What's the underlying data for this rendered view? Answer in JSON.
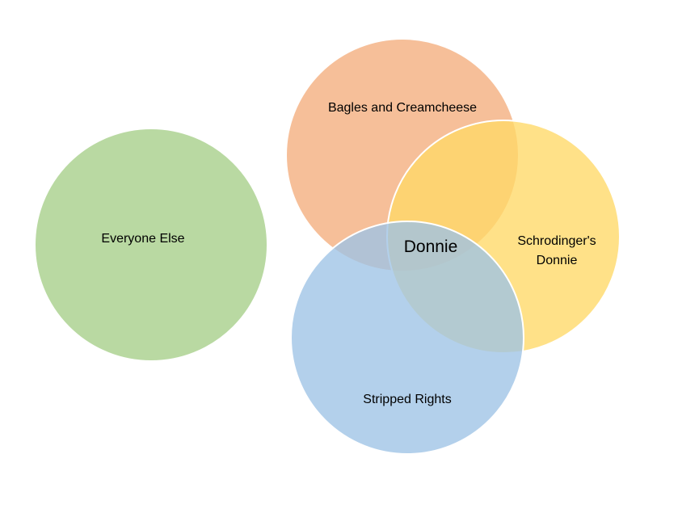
{
  "diagram": {
    "sets": {
      "everyone_else": {
        "label": "Everyone Else",
        "color": "#a9d18e"
      },
      "bagels": {
        "label": "Bagles and Creamcheese",
        "color": "#f4b183"
      },
      "schrodinger": {
        "label_line1": "Schrodinger's",
        "label_line2": "Donnie",
        "color": "#ffd966"
      },
      "rights": {
        "label": "Stripped Rights",
        "color": "#9dc3e6"
      }
    },
    "center_label": "Donnie"
  }
}
